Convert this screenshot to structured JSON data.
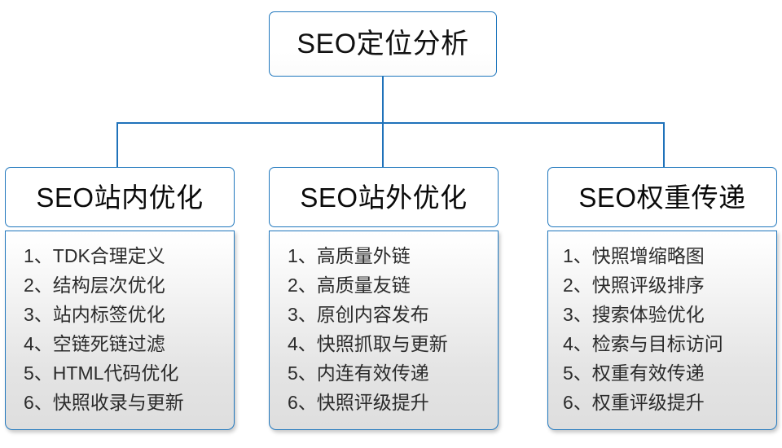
{
  "diagram": {
    "root": {
      "label": "SEO定位分析"
    },
    "branches": [
      {
        "header": "SEO站内优化",
        "items": [
          "1、TDK合理定义",
          "2、结构层次优化",
          "3、站内标签优化",
          "4、空链死链过滤",
          "5、HTML代码优化",
          "6、快照收录与更新"
        ]
      },
      {
        "header": "SEO站外优化",
        "items": [
          "1、高质量外链",
          "2、高质量友链",
          "3、原创内容发布",
          "4、快照抓取与更新",
          "5、内连有效传递",
          "6、快照评级提升"
        ]
      },
      {
        "header": "SEO权重传递",
        "items": [
          "1、快照增缩略图",
          "2、快照评级排序",
          "3、搜索体验优化",
          "4、检索与目标访问",
          "5、权重有效传递",
          "6、权重评级提升"
        ]
      }
    ],
    "colors": {
      "border": "#2077bd",
      "connector": "#1f72ba",
      "body_fill_top": "#ffffff",
      "body_fill_bottom": "#dedede",
      "text": "#2b2b2b",
      "heading_text": "#0a0a0a",
      "background": "#ffffff"
    }
  }
}
